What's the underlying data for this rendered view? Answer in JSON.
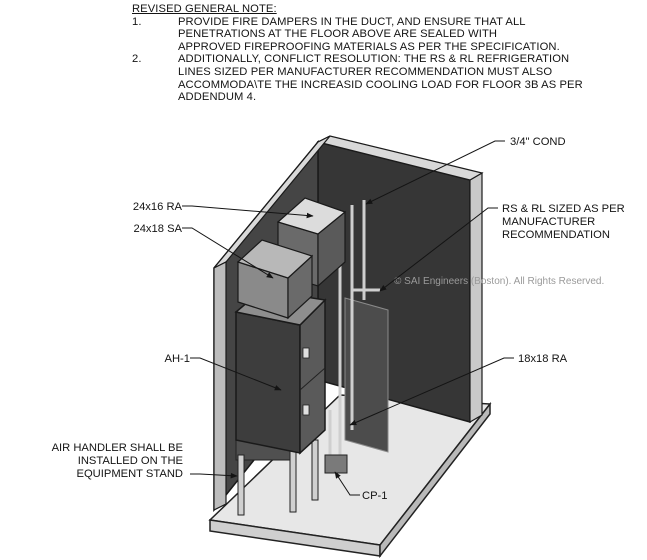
{
  "notes": {
    "heading": "REVISED GENERAL NOTE:",
    "items": [
      {
        "number": "1.",
        "lines": [
          "PROVIDE FIRE DAMPERS IN THE DUCT, AND ENSURE THAT ALL",
          "PENETRATIONS AT THE FLOOR ABOVE ARE SEALED WITH",
          "APPROVED FIREPROOFING MATERIALS AS PER THE SPECIFICATION."
        ]
      },
      {
        "number": "2.",
        "lines": [
          "ADDITIONALLY, CONFLICT RESOLUTION: THE RS & RL REFRIGERATION",
          "LINES SIZED PER MANUFACTURER RECOMMENDATION MUST ALSO",
          "ACCOMMODA\\TE THE INCREASID COOLING LOAD FOR FLOOR 3B AS PER",
          "ADDENDUM 4."
        ]
      }
    ]
  },
  "labels": {
    "cond": "3/4\" COND",
    "ra_24x16": "24x16 RA",
    "sa_24x18": "24x18 SA",
    "rs_rl": [
      "RS & RL SIZED AS PER",
      "MANUFACTURER",
      "RECOMMENDATION"
    ],
    "ah1": "AH-1",
    "ra_18x18": "18x18 RA",
    "stand": [
      "AIR HANDLER SHALL BE",
      "INSTALLED ON THE",
      "EQUIPMENT STAND"
    ],
    "cp1": "CP-1"
  },
  "watermark": "© SAI Engineers (Boston). All Rights Reserved."
}
